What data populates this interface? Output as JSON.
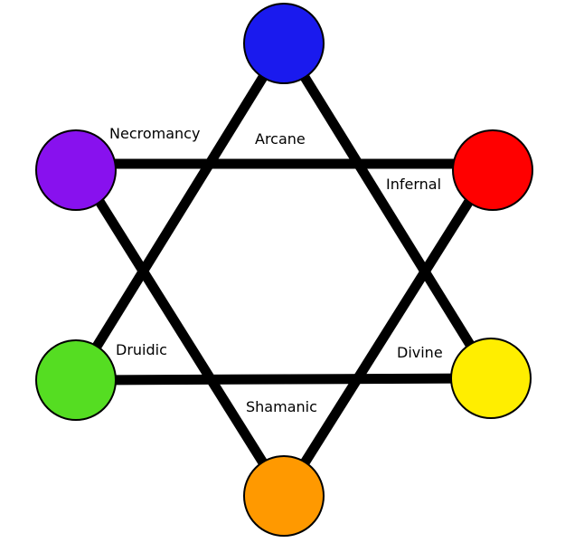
{
  "nodes": [
    {
      "id": "top",
      "color": "#1a1aee"
    },
    {
      "id": "upper-right",
      "color": "#ff0000"
    },
    {
      "id": "lower-right",
      "color": "#ffee00"
    },
    {
      "id": "bottom",
      "color": "#ff9900"
    },
    {
      "id": "lower-left",
      "color": "#55dd22"
    },
    {
      "id": "upper-left",
      "color": "#8811ee"
    }
  ],
  "labels": {
    "arcane": "Arcane",
    "infernal": "Infernal",
    "divine": "Divine",
    "shamanic": "Shamanic",
    "druidic": "Druidic",
    "necromancy": "Necromancy"
  }
}
